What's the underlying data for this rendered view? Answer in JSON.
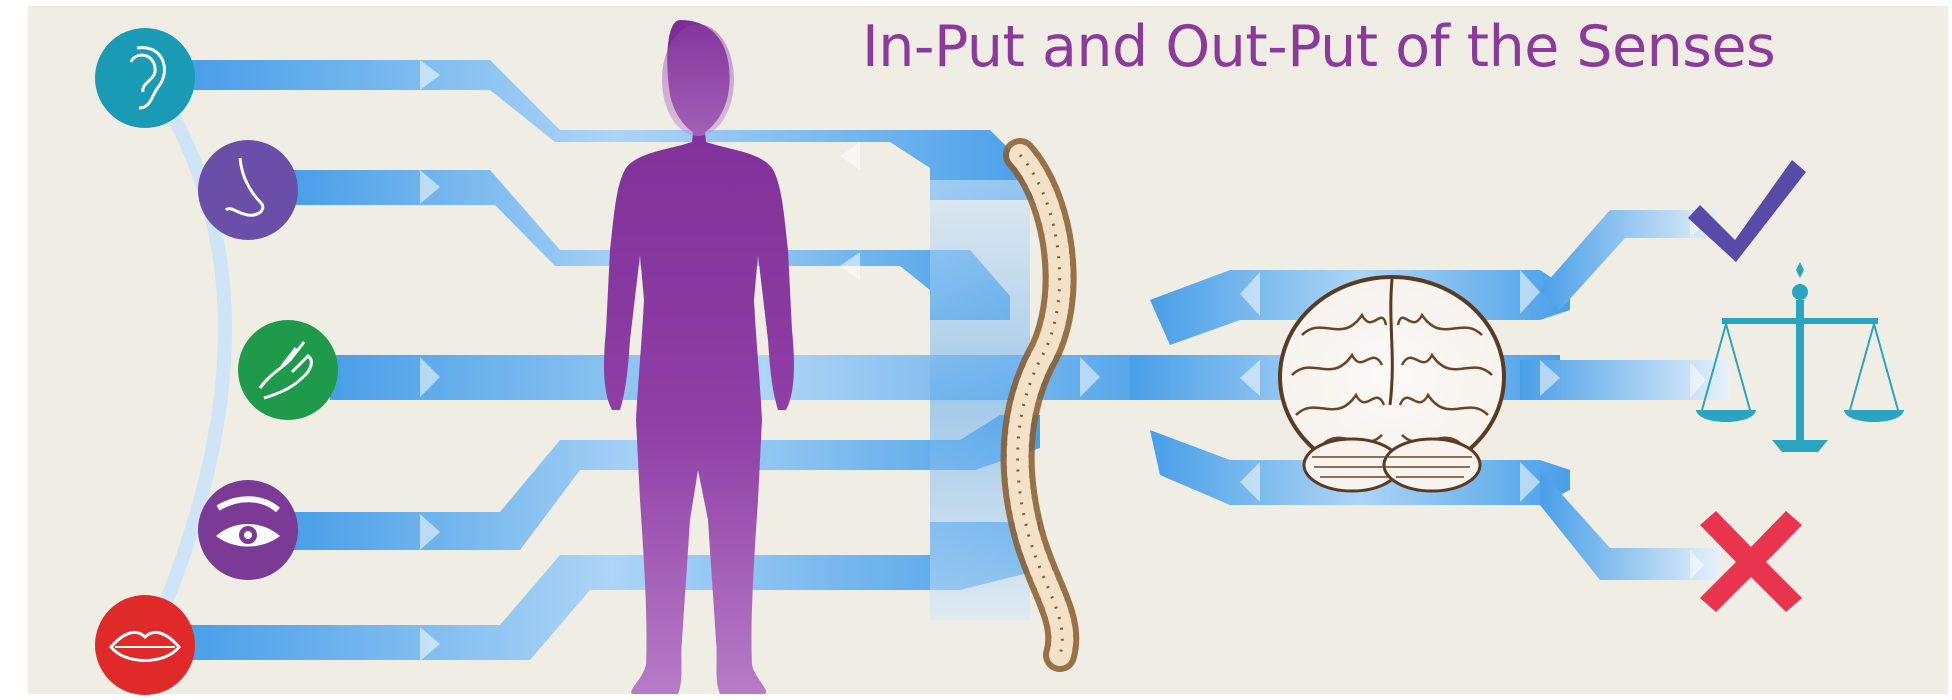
{
  "title": "In-Put and Out-Put of the Senses",
  "colors": {
    "background": "#f0ede4",
    "title": "#8b3a9b",
    "stream_dark": "#3f9be8",
    "stream_light": "#d9edfb",
    "body": "#7b2d96",
    "check": "#5a4aa8",
    "scales": "#2aa5bf",
    "cross": "#e8344e"
  },
  "senses": [
    {
      "name": "hearing",
      "icon": "ear-icon",
      "color": "#1a9bb5"
    },
    {
      "name": "smell",
      "icon": "nose-icon",
      "color": "#6a4ea8"
    },
    {
      "name": "touch",
      "icon": "hand-icon",
      "color": "#1f9a4a"
    },
    {
      "name": "sight",
      "icon": "eye-icon",
      "color": "#7a3a96"
    },
    {
      "name": "taste",
      "icon": "lips-icon",
      "color": "#e02a2a"
    }
  ],
  "outputs": [
    {
      "name": "approve",
      "icon": "checkmark-icon"
    },
    {
      "name": "judge",
      "icon": "scales-icon"
    },
    {
      "name": "reject",
      "icon": "cross-icon"
    }
  ]
}
